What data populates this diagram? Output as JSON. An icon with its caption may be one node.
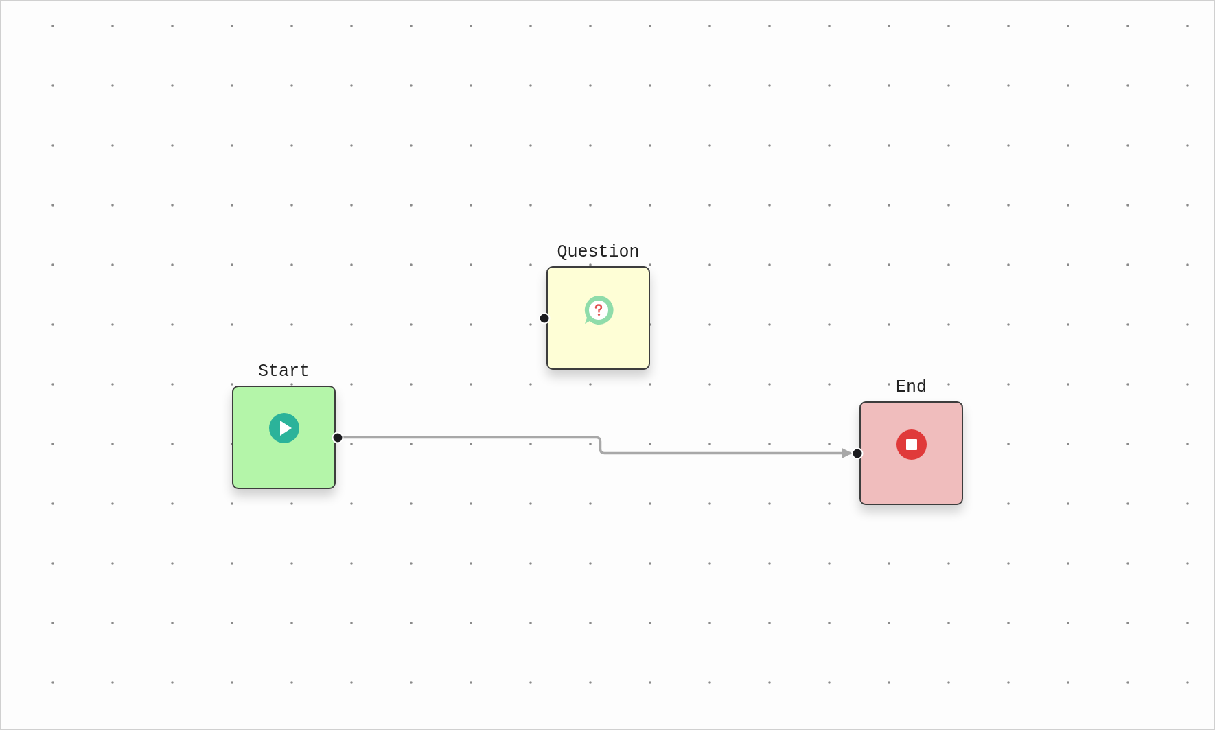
{
  "diagram": {
    "nodes": [
      {
        "text": [
          "Start"
        ]
      },
      {
        "text": [
          "Question"
        ]
      },
      {
        "text": [
          "End"
        ]
      }
    ],
    "edges": [
      {
        "from": 0,
        "to": 2,
        "arrow": "to"
      }
    ]
  }
}
